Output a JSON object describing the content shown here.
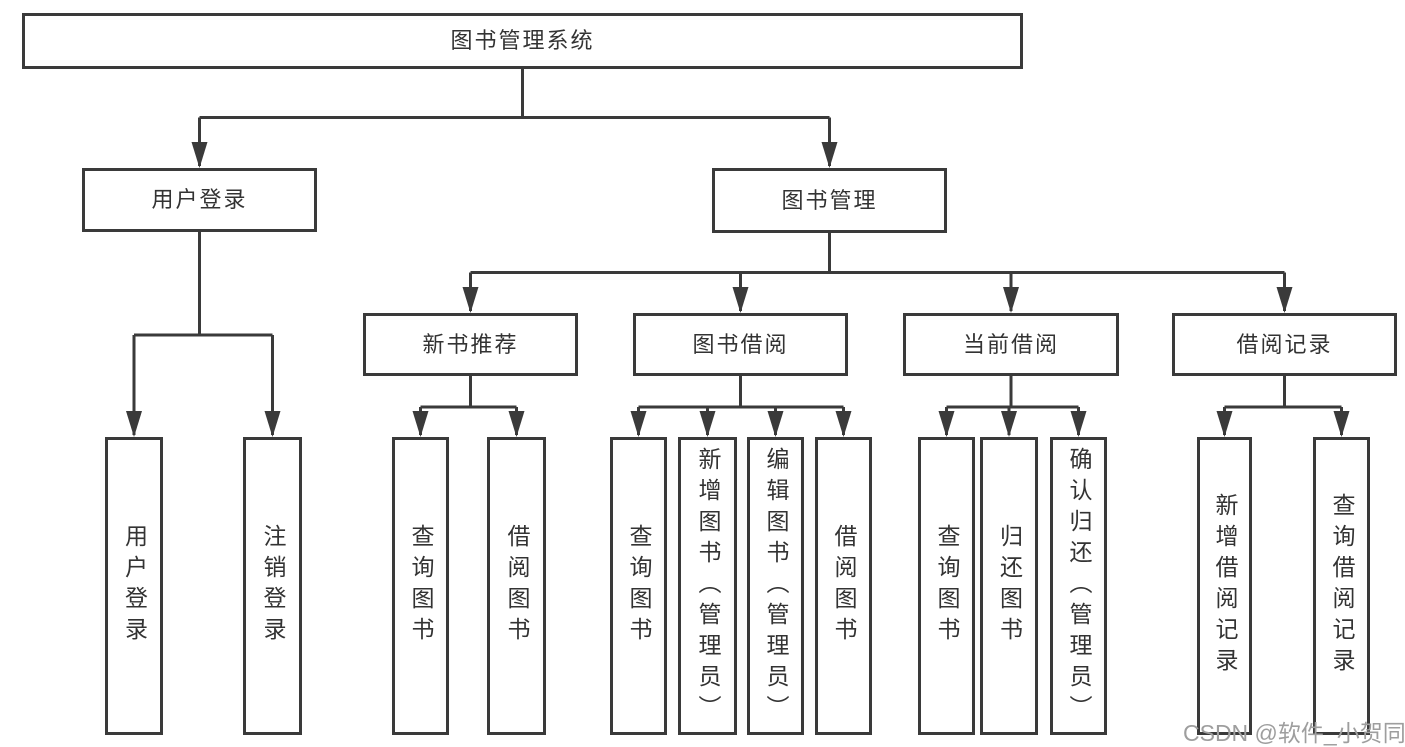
{
  "tree": {
    "root": "图书管理系统",
    "level2": [
      "用户登录",
      "图书管理"
    ],
    "level3": [
      "新书推荐",
      "图书借阅",
      "当前借阅",
      "借阅记录"
    ],
    "leaves": [
      "用户登录",
      "注销登录",
      "查询图书",
      "借阅图书",
      "查询图书",
      "新增图书（管理员）",
      "编辑图书（管理员）",
      "借阅图书",
      "查询图书",
      "归还图书",
      "确认归还（管理员）",
      "新增借阅记录",
      "查询借阅记录"
    ]
  },
  "watermark": "CSDN @软件_小贺同学",
  "colors": {
    "line": "#3a3a3a",
    "text": "#333333",
    "watermark": "#9e9e9e",
    "background": "#ffffff"
  }
}
